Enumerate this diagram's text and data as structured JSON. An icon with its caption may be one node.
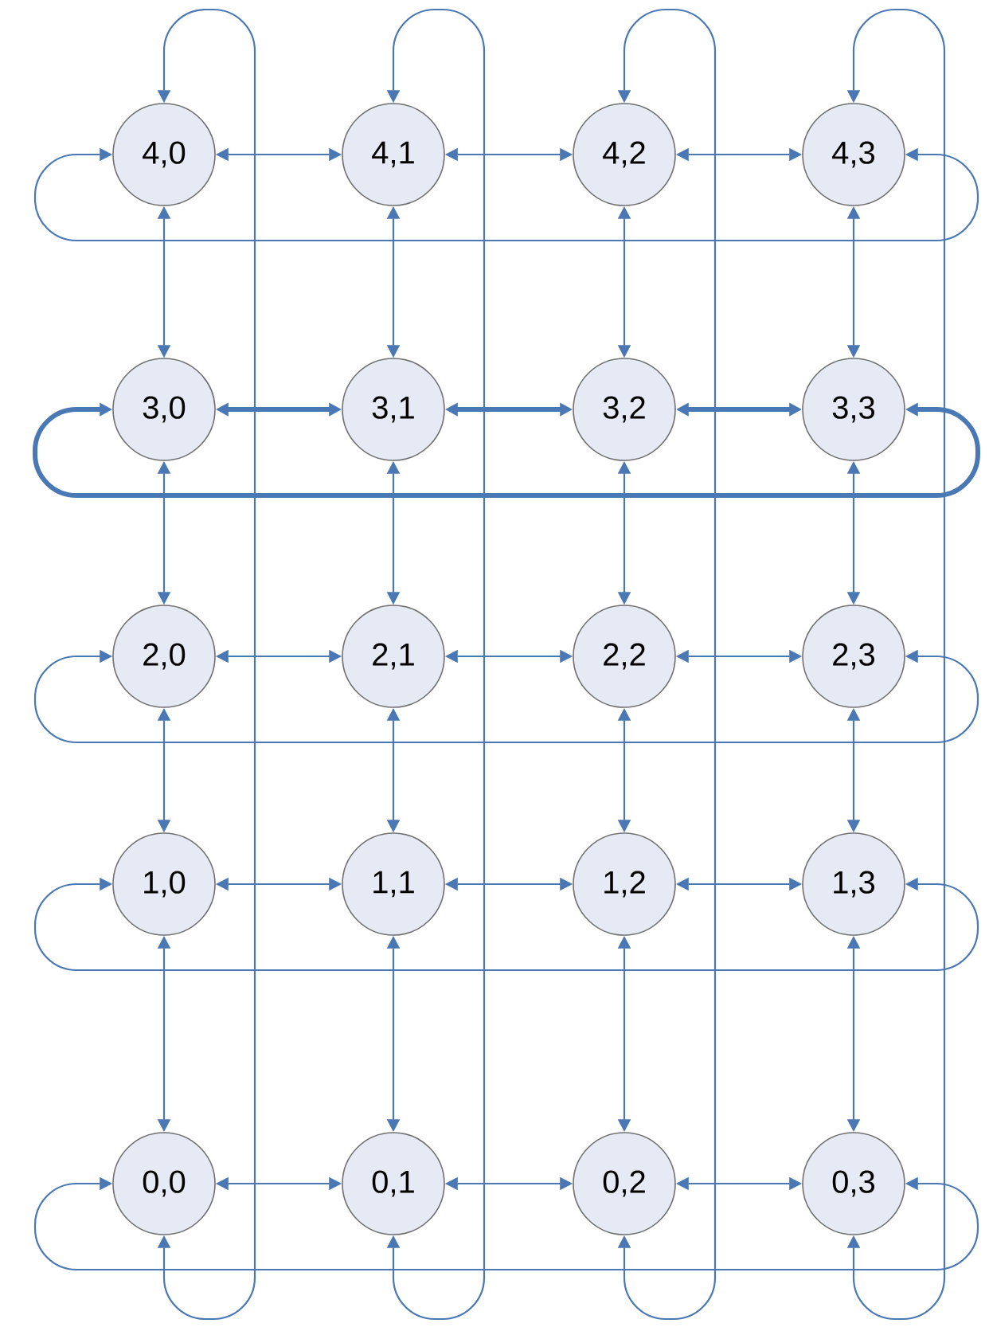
{
  "diagram": {
    "nodes": [
      {
        "text": [
          "4,0"
        ]
      },
      {
        "text": [
          "4,1"
        ]
      },
      {
        "text": [
          "4,2"
        ]
      },
      {
        "text": [
          "4,3"
        ]
      },
      {
        "text": [
          "3,0"
        ]
      },
      {
        "text": [
          "3,1"
        ]
      },
      {
        "text": [
          "3,2"
        ]
      },
      {
        "text": [
          "3,3"
        ]
      },
      {
        "text": [
          "2,0"
        ]
      },
      {
        "text": [
          "2,1"
        ]
      },
      {
        "text": [
          "2,2"
        ]
      },
      {
        "text": [
          "2,3"
        ]
      },
      {
        "text": [
          "1,0"
        ]
      },
      {
        "text": [
          "1,1"
        ]
      },
      {
        "text": [
          "1,2"
        ]
      },
      {
        "text": [
          "1,3"
        ]
      },
      {
        "text": [
          "0,0"
        ]
      },
      {
        "text": [
          "0,1"
        ]
      },
      {
        "text": [
          "0,2"
        ]
      },
      {
        "text": [
          "0,3"
        ]
      }
    ],
    "edges": [
      {
        "from": 0,
        "to": 1,
        "arrow": "both"
      },
      {
        "from": 1,
        "to": 2,
        "arrow": "both"
      },
      {
        "from": 2,
        "to": 3,
        "arrow": "both"
      },
      {
        "from": 3,
        "to": 0,
        "arrow": "both"
      },
      {
        "from": 4,
        "to": 5,
        "arrow": "both",
        "style": "thick"
      },
      {
        "from": 5,
        "to": 6,
        "arrow": "both",
        "style": "thick"
      },
      {
        "from": 6,
        "to": 7,
        "arrow": "both",
        "style": "thick"
      },
      {
        "from": 7,
        "to": 4,
        "arrow": "both",
        "style": "thick"
      },
      {
        "from": 8,
        "to": 9,
        "arrow": "both"
      },
      {
        "from": 9,
        "to": 10,
        "arrow": "both"
      },
      {
        "from": 10,
        "to": 11,
        "arrow": "both"
      },
      {
        "from": 11,
        "to": 8,
        "arrow": "both"
      },
      {
        "from": 12,
        "to": 13,
        "arrow": "both"
      },
      {
        "from": 13,
        "to": 14,
        "arrow": "both"
      },
      {
        "from": 14,
        "to": 15,
        "arrow": "both"
      },
      {
        "from": 15,
        "to": 12,
        "arrow": "both"
      },
      {
        "from": 16,
        "to": 17,
        "arrow": "both"
      },
      {
        "from": 17,
        "to": 18,
        "arrow": "both"
      },
      {
        "from": 18,
        "to": 19,
        "arrow": "both"
      },
      {
        "from": 19,
        "to": 16,
        "arrow": "both"
      },
      {
        "from": 0,
        "to": 4,
        "arrow": "both"
      },
      {
        "from": 4,
        "to": 8,
        "arrow": "both"
      },
      {
        "from": 8,
        "to": 12,
        "arrow": "both"
      },
      {
        "from": 12,
        "to": 16,
        "arrow": "both"
      },
      {
        "from": 16,
        "to": 0,
        "arrow": "both"
      },
      {
        "from": 1,
        "to": 5,
        "arrow": "both"
      },
      {
        "from": 5,
        "to": 9,
        "arrow": "both"
      },
      {
        "from": 9,
        "to": 13,
        "arrow": "both"
      },
      {
        "from": 13,
        "to": 17,
        "arrow": "both"
      },
      {
        "from": 17,
        "to": 1,
        "arrow": "both"
      },
      {
        "from": 2,
        "to": 6,
        "arrow": "both"
      },
      {
        "from": 6,
        "to": 10,
        "arrow": "both"
      },
      {
        "from": 10,
        "to": 14,
        "arrow": "both"
      },
      {
        "from": 14,
        "to": 18,
        "arrow": "both"
      },
      {
        "from": 18,
        "to": 2,
        "arrow": "both"
      },
      {
        "from": 3,
        "to": 7,
        "arrow": "both"
      },
      {
        "from": 7,
        "to": 11,
        "arrow": "both"
      },
      {
        "from": 11,
        "to": 15,
        "arrow": "both"
      },
      {
        "from": 15,
        "to": 19,
        "arrow": "both"
      },
      {
        "from": 19,
        "to": 3,
        "arrow": "both"
      }
    ]
  }
}
